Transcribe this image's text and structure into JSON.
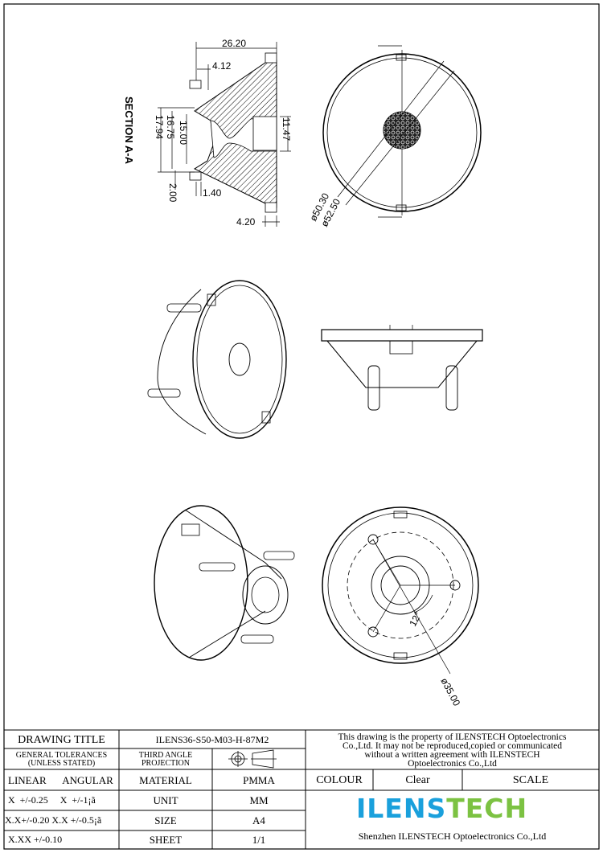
{
  "section_label": "SECTION A-A",
  "dimensions": {
    "top_width": "26.20",
    "flange": "4.12",
    "d1500": "15.00",
    "d1675": "16.75",
    "d1794": "17.94",
    "d1147": "11.47",
    "d200": "2.00",
    "d140": "1.40",
    "d420": "4.20",
    "dia5030": "ø50.30",
    "dia5250": "ø52.50",
    "angle12": "12°",
    "dia3500": "ø35.00"
  },
  "title_block": {
    "drawing_title_label": "DRAWING TITLE",
    "drawing_title_value": "ILENS36-S50-M03-H-87M2",
    "property_note": [
      "This drawing is the property of ILENSTECH Optoelectronics",
      "Co.,Ltd. It may not be reproduced,copied or communicated",
      "without a written agreement with ILENSTECH",
      "Optoelectronics Co.,Ltd"
    ],
    "gen_tol_line1": "GENERAL TOLERANCES",
    "gen_tol_line2": "(UNLESS STATED)",
    "projection_line1": "THIRD ANGLE",
    "projection_line2": "PROJECTION",
    "linear_label": "LINEAR",
    "angular_label": "ANGULAR",
    "tol_row1": "X  +/-0.25     X  +/-1¡ã",
    "tol_row2": "X.X+/-0.20 X.X +/-0.5¡ã",
    "tol_row3": "X.XX +/-0.10",
    "material_label": "MATERIAL",
    "material_value": "PMMA",
    "colour_label": "COLOUR",
    "colour_value": "Clear",
    "scale_label": "SCALE",
    "unit_label": "UNIT",
    "unit_value": "MM",
    "size_label": "SIZE",
    "size_value": "A4",
    "sheet_label": "SHEET",
    "sheet_value": "1/1",
    "logo_text_a": "ILENS",
    "logo_text_b": "TECH",
    "company": "Shenzhen ILENSTECH Optoelectronics Co.,Ltd"
  }
}
